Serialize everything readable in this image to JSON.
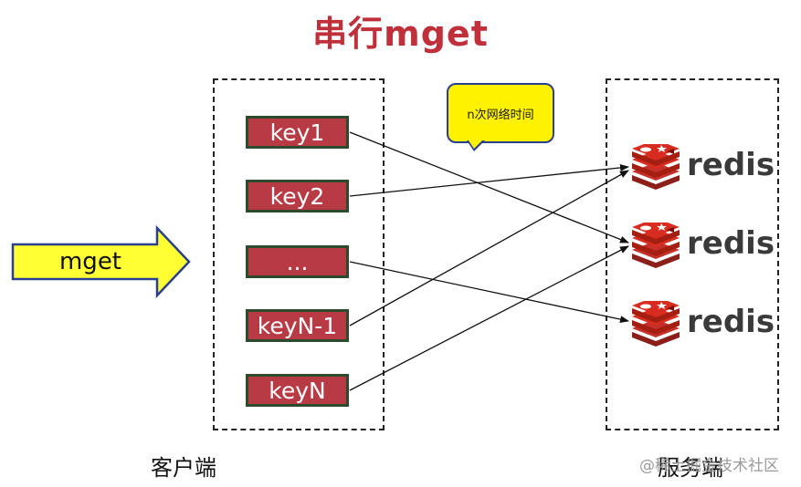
{
  "title": "串行mget",
  "callout": {
    "text": "n次网络时间"
  },
  "input_arrow": {
    "label": "mget",
    "fill_color": "#ffff33",
    "stroke_color": "#2b3f8f"
  },
  "client": {
    "label": "客户端",
    "keys": [
      "key1",
      "key2",
      "...",
      "keyN-1",
      "keyN"
    ]
  },
  "server": {
    "label": "服务端",
    "nodes": [
      {
        "name": "redis",
        "icon": "redis-logo-icon"
      },
      {
        "name": "redis",
        "icon": "redis-logo-icon"
      },
      {
        "name": "redis",
        "icon": "redis-logo-icon"
      }
    ]
  },
  "connections": [
    {
      "from": "key1",
      "to_server": 2
    },
    {
      "from": "key2",
      "to_server": 1
    },
    {
      "from": "...",
      "to_server": 3
    },
    {
      "from": "keyN-1",
      "to_server": 1
    },
    {
      "from": "keyN",
      "to_server": 2
    }
  ],
  "watermark": "@稀土掘金技术社区",
  "colors": {
    "title": "#c0303a",
    "key_fill": "#b83a44",
    "key_border": "#2c4a2c",
    "redis_red": "#c6302b",
    "callout_fill": "#fff200"
  }
}
